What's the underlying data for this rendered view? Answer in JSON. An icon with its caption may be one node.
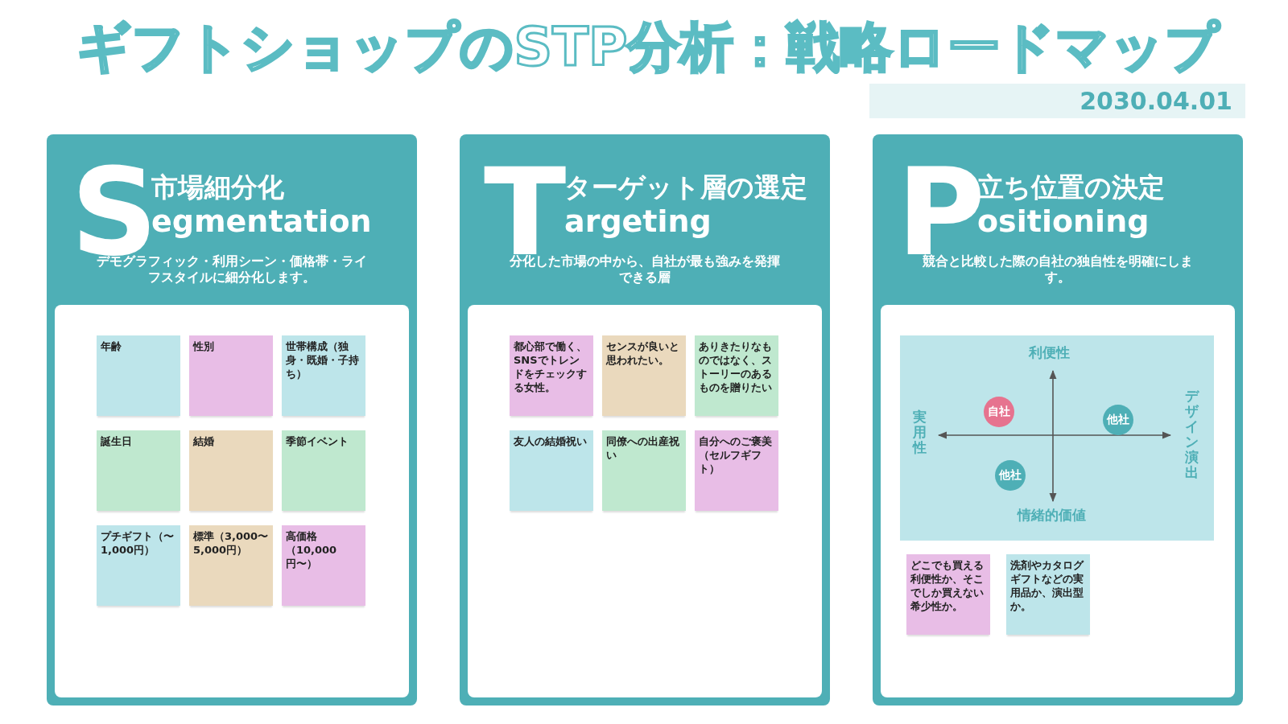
{
  "diagram": {
    "title": "ギフトショップのSTP分析：戦略ロードマップ",
    "nodes": [
      {
        "text": [
          "S",
          "市場細分化",
          "egmentation",
          "デモグラフィック・利用シーン・価格帯・ライフスタイルに細分化します。"
        ]
      },
      {
        "text": [
          "年齢"
        ],
        "in": 0
      },
      {
        "text": [
          "性別"
        ],
        "in": 0
      },
      {
        "text": [
          "世帯構成（独身・既婚・子持ち）"
        ],
        "in": 0
      },
      {
        "text": [
          "誕生日"
        ],
        "in": 0
      },
      {
        "text": [
          "結婚"
        ],
        "in": 0
      },
      {
        "text": [
          "季節イベント"
        ],
        "in": 0
      },
      {
        "text": [
          "プチギフト（〜1,000円）"
        ],
        "in": 0
      },
      {
        "text": [
          "標準（3,000〜5,000円）"
        ],
        "in": 0
      },
      {
        "text": [
          "高価格（10,000円〜）"
        ],
        "in": 0
      },
      {
        "text": [
          "T",
          "ターゲット層の選定",
          "argeting",
          "分化した市場の中から、自社が最も強みを発揮できる層"
        ]
      },
      {
        "text": [
          "都心部で働く、SNSでトレンドをチェックする女性。"
        ],
        "in": 10
      },
      {
        "text": [
          "センスが良いと思われたい。"
        ],
        "in": 10
      },
      {
        "text": [
          "ありきたりなものではなく、ストーリーのあるものを贈りたい"
        ],
        "in": 10
      },
      {
        "text": [
          "友人の結婚祝い"
        ],
        "in": 10
      },
      {
        "text": [
          "同僚への出産祝い"
        ],
        "in": 10
      },
      {
        "text": [
          "自分へのご褒美（セルフギフト）"
        ],
        "in": 10
      },
      {
        "text": [
          "P",
          "立ち位置の決定",
          "ositioning",
          "競合と比較した際の自社の独自性を明確にします。"
        ]
      },
      {
        "text": [
          "利便性",
          "実用性",
          "デザイン演出",
          "情緒的価値"
        ],
        "in": 17
      },
      {
        "text": [
          "自社"
        ],
        "in": 18
      },
      {
        "text": [
          "他社"
        ],
        "in": 18
      },
      {
        "text": [
          "他社"
        ],
        "in": 18
      },
      {
        "text": [
          "どこでも買える利便性か、そこでしか買えない希少性か。"
        ],
        "in": 17
      },
      {
        "text": [
          "洗剤やカタログギフトなどの実用品か、演出型か。"
        ],
        "in": 17
      }
    ],
    "edges": [],
    "labels": [
      "2030.04.01"
    ]
  }
}
